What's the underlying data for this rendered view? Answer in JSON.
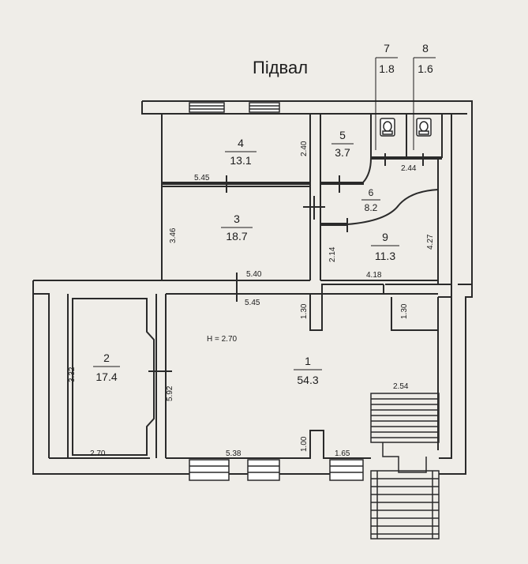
{
  "title": "Підвал",
  "rooms": [
    {
      "id": "1",
      "area": "54.3"
    },
    {
      "id": "2",
      "area": "17.4"
    },
    {
      "id": "3",
      "area": "18.7"
    },
    {
      "id": "4",
      "area": "13.1"
    },
    {
      "id": "5",
      "area": "3.7"
    },
    {
      "id": "6",
      "area": "8.2"
    },
    {
      "id": "7",
      "area": "1.8"
    },
    {
      "id": "8",
      "area": "1.6"
    },
    {
      "id": "9",
      "area": "11.3"
    }
  ],
  "dimensions": {
    "d_545": "5.45",
    "d_240": "2.40",
    "d_244": "2.44",
    "d_346": "3.46",
    "d_214": "2.14",
    "d_427": "4.27",
    "d_540": "5.40",
    "d_545b": "5.45",
    "d_418": "4.18",
    "d_130a": "1.30",
    "d_130b": "1.30",
    "d_332": "3.32",
    "d_592": "5.92",
    "d_270": "2.70",
    "d_254": "2.54",
    "d_100": "1.00",
    "d_538": "5.38",
    "d_165": "1.65"
  },
  "height_note": "Н = 2.70"
}
